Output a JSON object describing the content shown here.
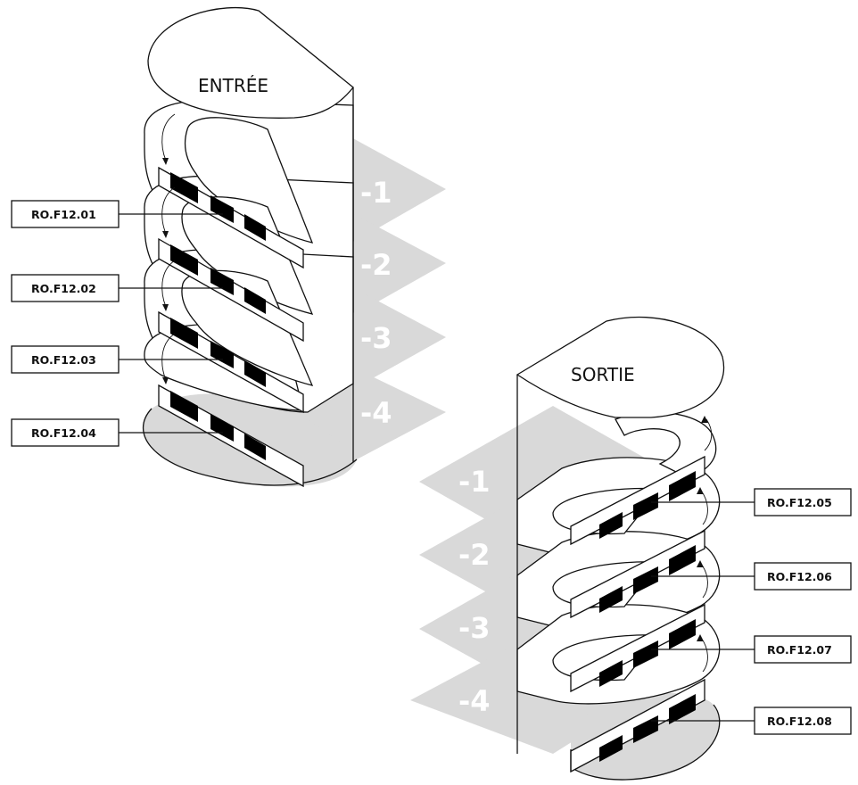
{
  "entrance": {
    "title": "ENTRÉE",
    "levels": [
      "-1",
      "-2",
      "-3",
      "-4"
    ],
    "labels": [
      "RO.F12.01",
      "RO.F12.02",
      "RO.F12.03",
      "RO.F12.04"
    ]
  },
  "exit": {
    "title": "SORTIE",
    "levels": [
      "-1",
      "-2",
      "-3",
      "-4"
    ],
    "labels": [
      "RO.F12.05",
      "RO.F12.06",
      "RO.F12.07",
      "RO.F12.08"
    ]
  },
  "colors": {
    "floor": "#d9d9d9",
    "gate": "#000000",
    "line": "#111111"
  }
}
